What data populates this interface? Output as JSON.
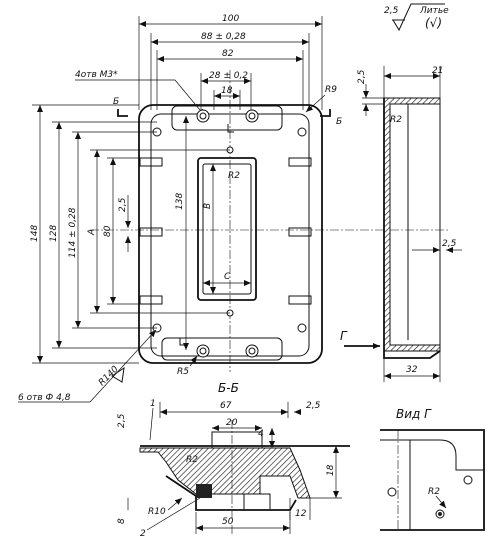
{
  "surface_finish": {
    "roughness": "2,5",
    "process": "Литье",
    "symbol": "(√)"
  },
  "main_view": {
    "dim_100": "100",
    "dim_88": "88 ± 0,28",
    "dim_82": "82",
    "dim_28": "28 ± 0,2",
    "dim_18": "18",
    "holes_m3": "4отв М3*",
    "radius_9": "R9",
    "section_mark": "Б",
    "radius_2": "R2",
    "dim_148": "148",
    "dim_128": "128",
    "dim_114": "114 ± 0,28",
    "dim_A": "А",
    "dim_80": "80",
    "dim_2_5": "2,5",
    "dim_138": "138",
    "dim_B": "В",
    "dim_C": "С",
    "radius_5": "R5",
    "radius_40": "R140",
    "holes_48": "6 отв Ф 4,8"
  },
  "side_view": {
    "dim_21": "21",
    "dim_2_5_top": "2,5",
    "radius_2": "R2",
    "dim_2_5_mid": "2,5",
    "dim_32": "32",
    "view_arrow": "Г"
  },
  "section_view": {
    "title": "Б-Б",
    "dim_67": "67",
    "dim_2_5_right": "2,5",
    "dim_2_5_left": "2,5",
    "dim_20": "20",
    "dim_4": "4",
    "radius_2": "R2",
    "dim_18": "18",
    "radius_10": "R10",
    "dim_8": "8",
    "dim_12": "12",
    "dim_50": "50",
    "leader_1": "1",
    "leader_2": "2"
  },
  "view_g": {
    "title": "Вид Г",
    "radius_2": "R2"
  }
}
